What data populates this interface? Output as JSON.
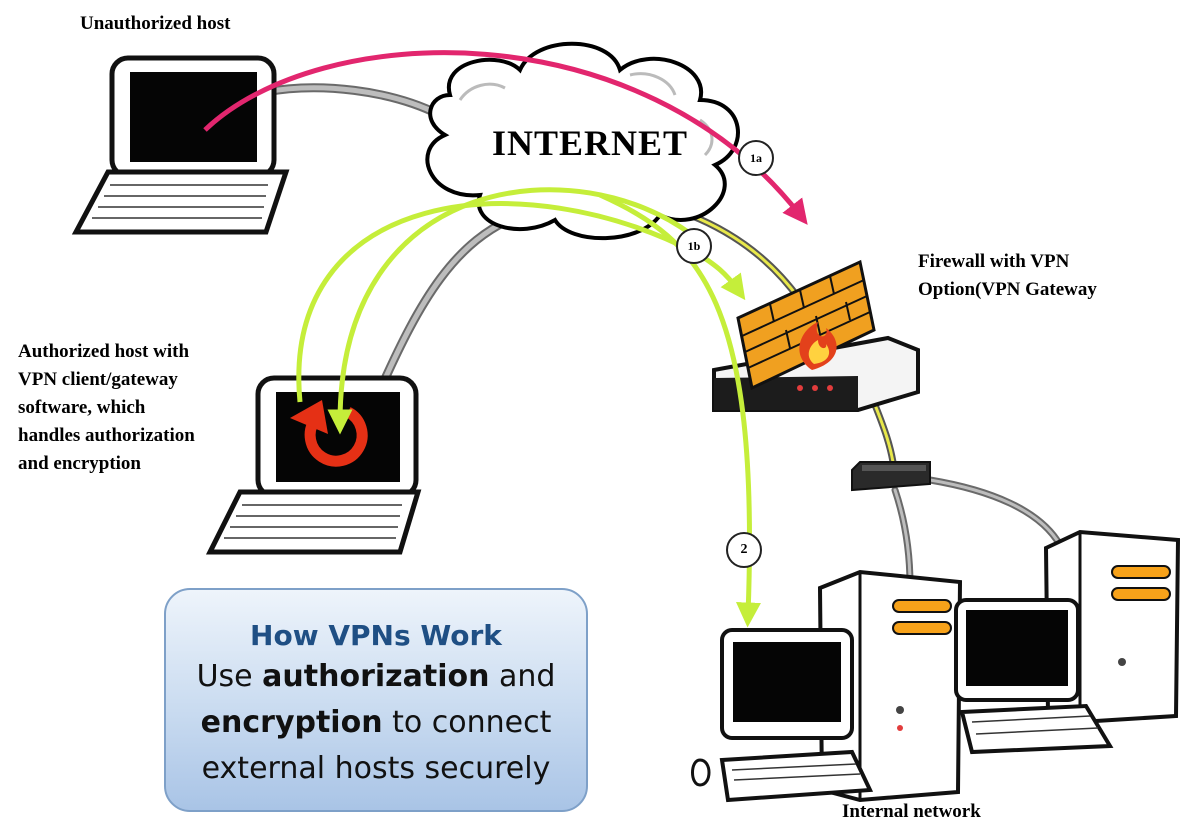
{
  "labels": {
    "unauthorized_host": "Unauthorized host",
    "firewall": [
      "Firewall with VPN",
      "Option(VPN Gateway"
    ],
    "authorized_host": [
      "Authorized host with",
      "VPN client/gateway",
      "software, which",
      "handles authorization",
      "and encryption"
    ],
    "internal_network": "Internal network",
    "internet": "INTERNET"
  },
  "badges": {
    "b1a": "1a",
    "b1b": "1b",
    "b2": "2"
  },
  "info_box": {
    "title": "How VPNs Work",
    "l1_a": "Use ",
    "l1_b": "authorization",
    "l1_c": " and",
    "l2_a": "encryption",
    "l2_b": " to connect",
    "l3": "external hosts securely"
  },
  "colors": {
    "rejected_path": "#e2266e",
    "allowed_path": "#c5ee3a",
    "cable_grey": "#9a9a9a",
    "cable_yellow": "#e8e84a",
    "firewall_brick": "#f0a020",
    "title_blue": "#1f4f84"
  }
}
